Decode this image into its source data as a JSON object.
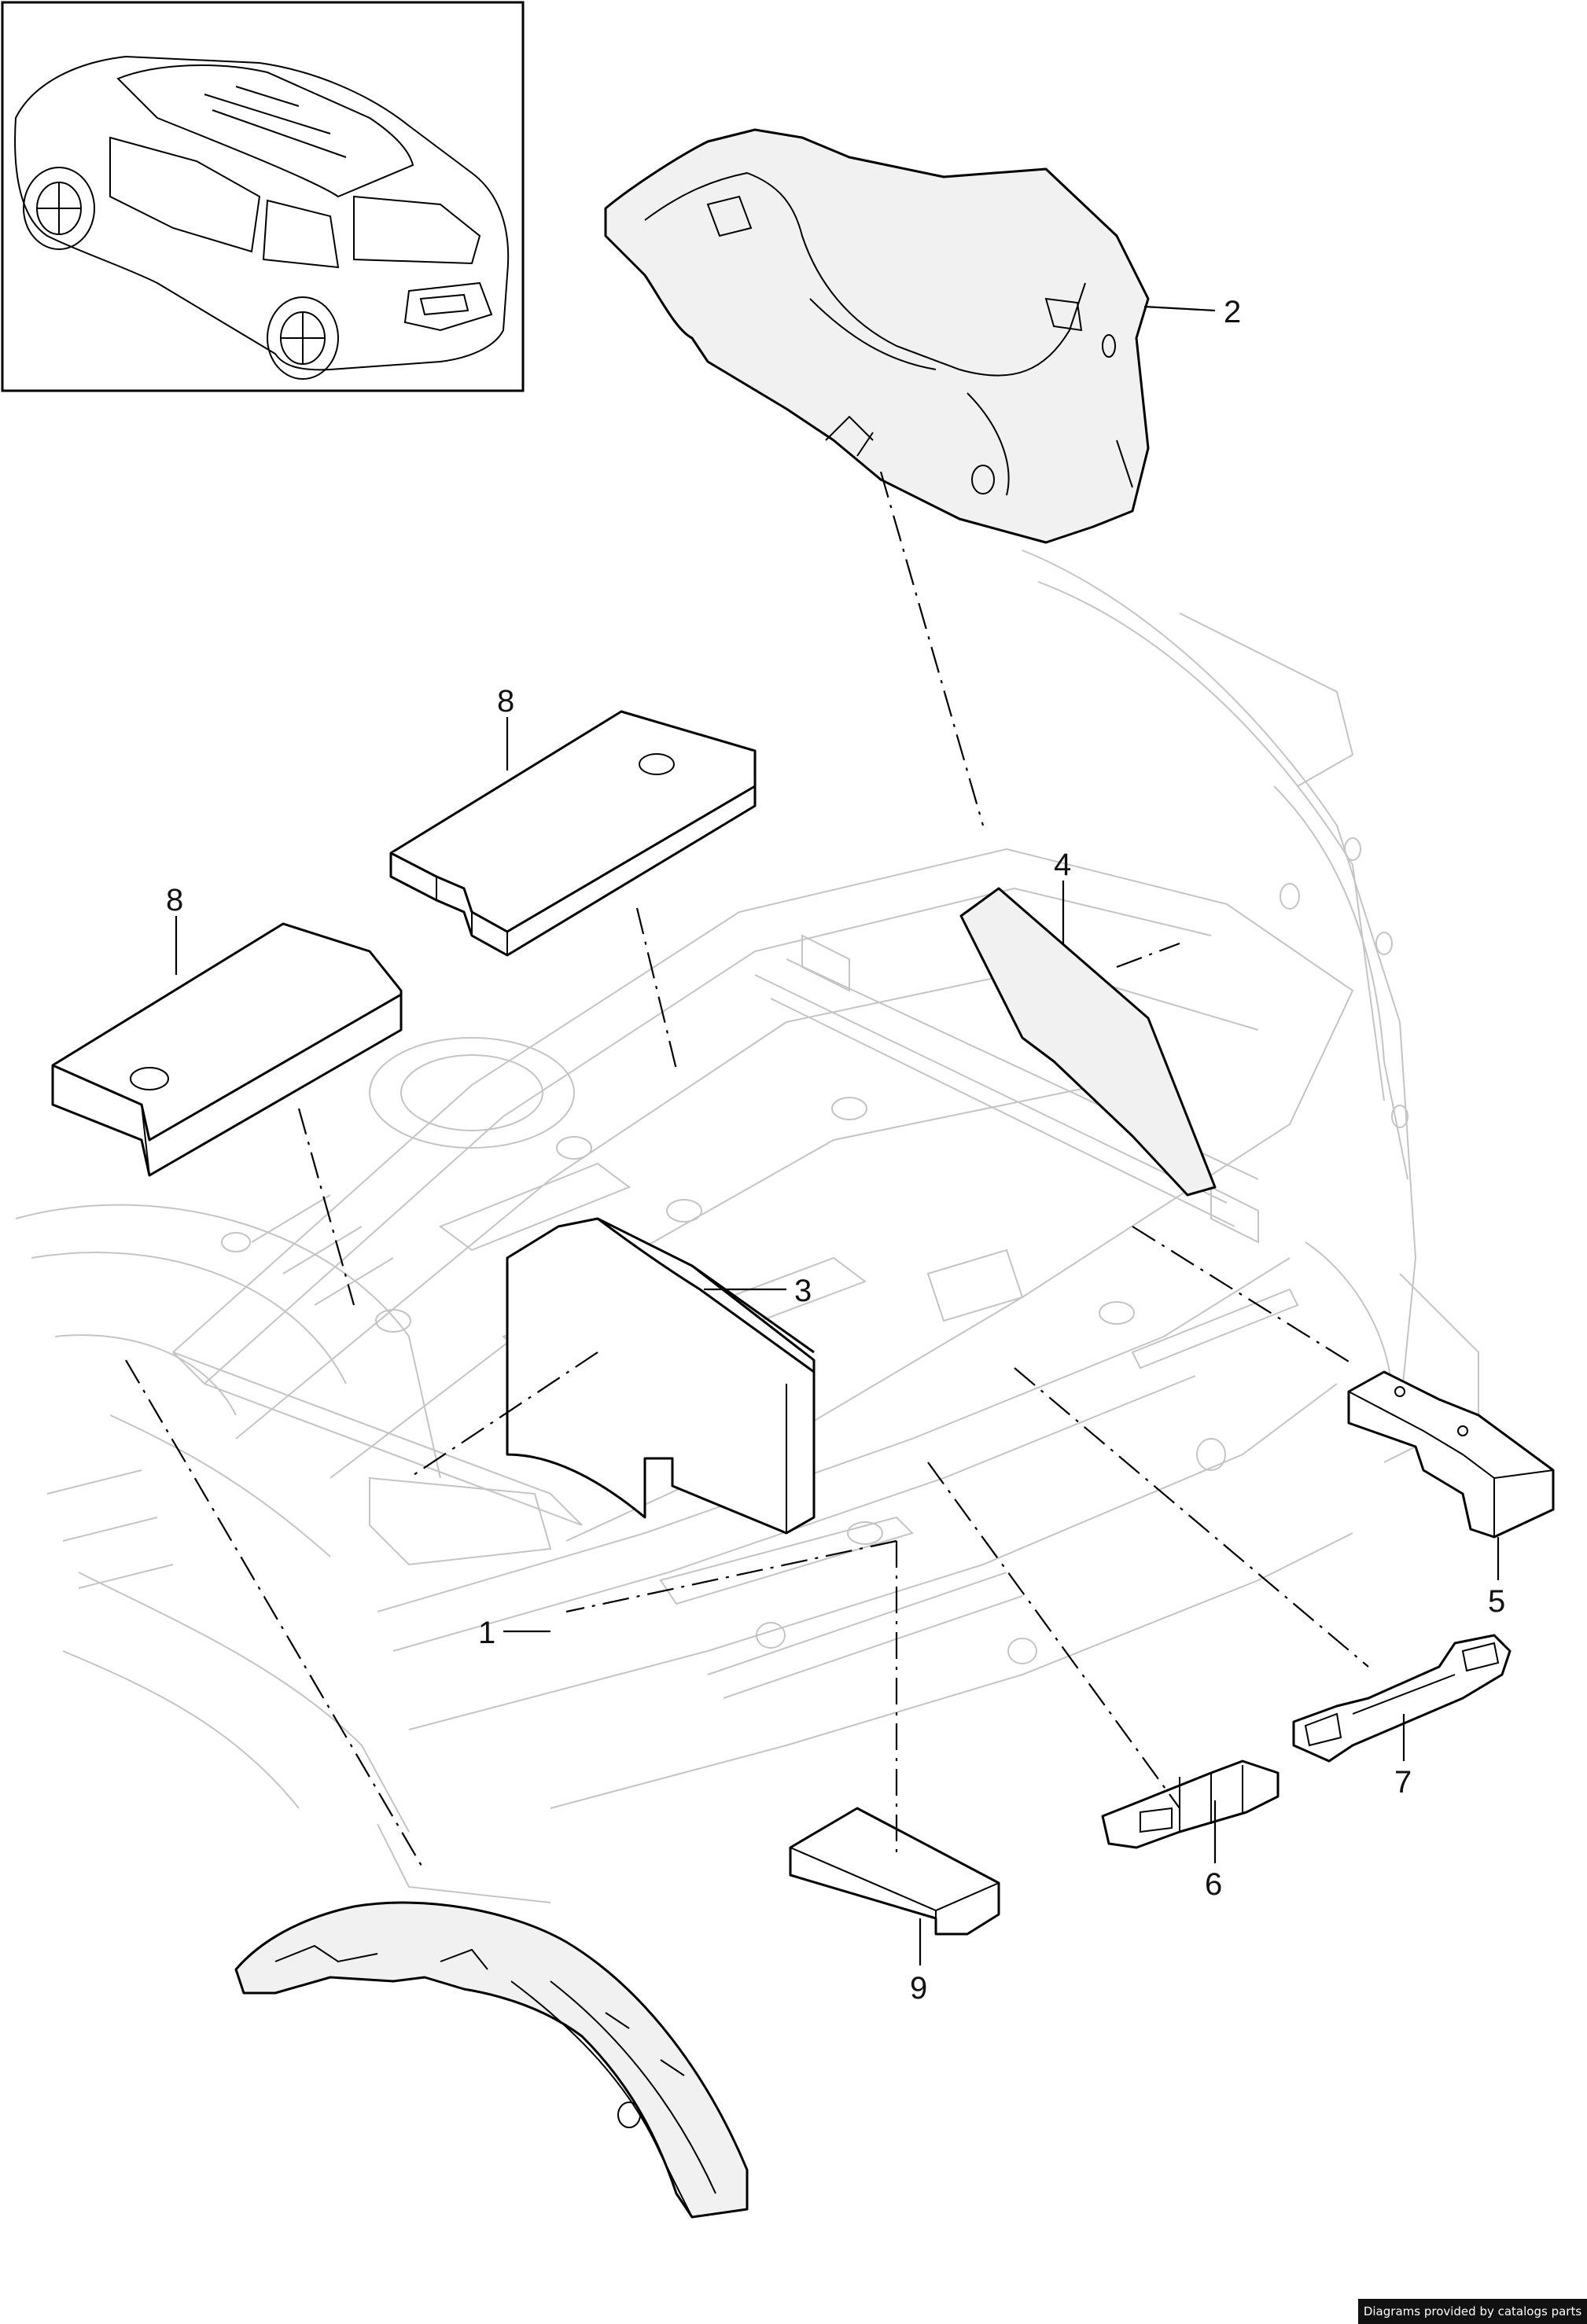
{
  "diagram": {
    "callouts": [
      {
        "id": "1",
        "label": "1"
      },
      {
        "id": "2",
        "label": "2"
      },
      {
        "id": "3",
        "label": "3"
      },
      {
        "id": "4",
        "label": "4"
      },
      {
        "id": "5",
        "label": "5"
      },
      {
        "id": "6",
        "label": "6"
      },
      {
        "id": "7",
        "label": "7"
      },
      {
        "id": "8a",
        "label": "8"
      },
      {
        "id": "8b",
        "label": "8"
      },
      {
        "id": "9",
        "label": "9"
      }
    ]
  },
  "footer": {
    "credit": "Diagrams provided by catalogs parts"
  },
  "colors": {
    "line": "#000000",
    "ghost_body": "#c4c4c4",
    "credit_bg": "#111111",
    "credit_text": "#ffffff"
  }
}
